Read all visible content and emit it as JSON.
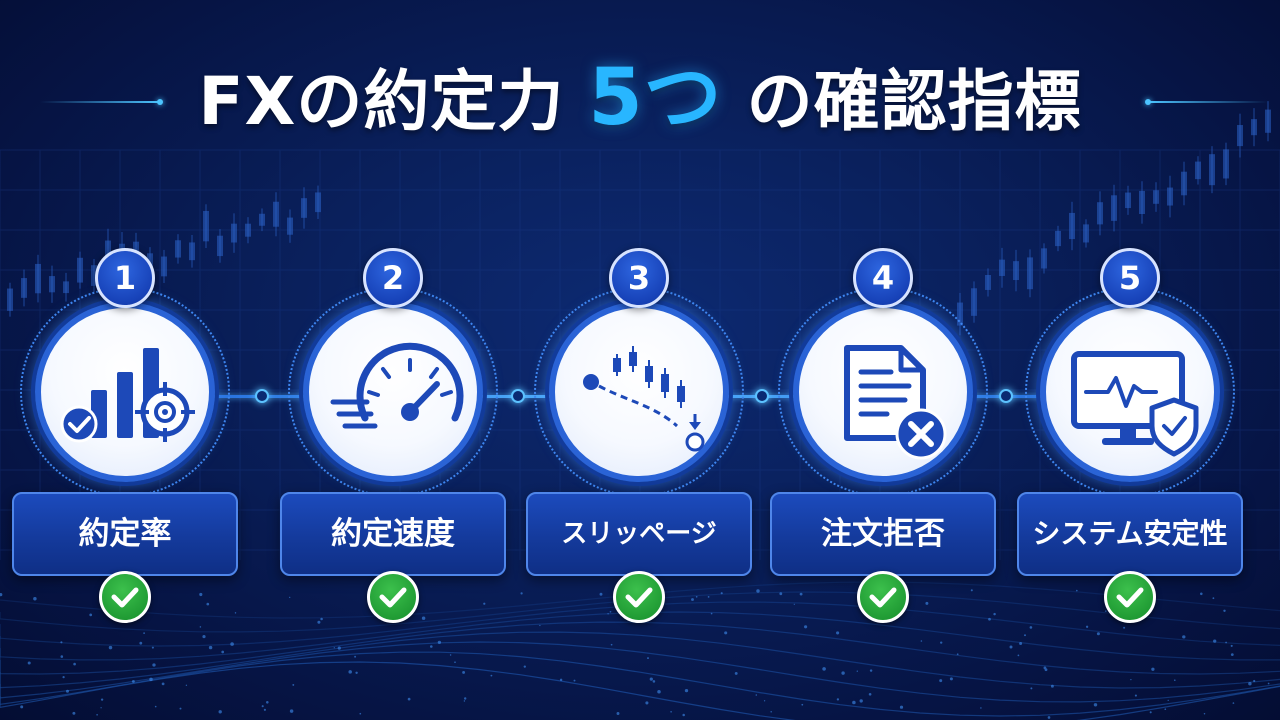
{
  "title": {
    "part1": "FXの約定力",
    "accent": "5つ",
    "part2": "の確認指標"
  },
  "colors": {
    "background": "#0a215e",
    "accent": "#28b6ff",
    "badge": "#1742b8",
    "label": "#143a9c",
    "check": "#2bab3b"
  },
  "steps": [
    {
      "number": "1",
      "label": "約定率",
      "icon": "bar-chart-target-icon"
    },
    {
      "number": "2",
      "label": "約定速度",
      "icon": "speedometer-icon"
    },
    {
      "number": "3",
      "label": "スリッページ",
      "icon": "candlestick-slippage-icon"
    },
    {
      "number": "4",
      "label": "注文拒否",
      "icon": "document-rejected-icon"
    },
    {
      "number": "5",
      "label": "システム安定性",
      "icon": "monitor-shield-icon"
    }
  ]
}
